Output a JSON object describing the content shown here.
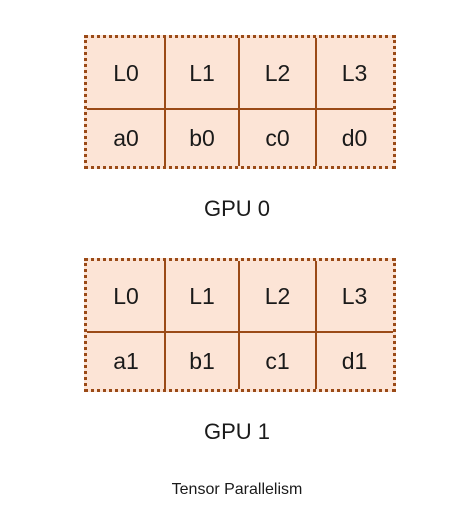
{
  "gpus": [
    {
      "label": "GPU 0",
      "layers": [
        "L0",
        "L1",
        "L2",
        "L3"
      ],
      "shards": [
        "a0",
        "b0",
        "c0",
        "d0"
      ]
    },
    {
      "label": "GPU 1",
      "layers": [
        "L0",
        "L1",
        "L2",
        "L3"
      ],
      "shards": [
        "a1",
        "b1",
        "c1",
        "d1"
      ]
    }
  ],
  "caption": "Tensor Parallelism",
  "colors": {
    "cell_fill": "#fce4d6",
    "border": "#9a4a17"
  }
}
